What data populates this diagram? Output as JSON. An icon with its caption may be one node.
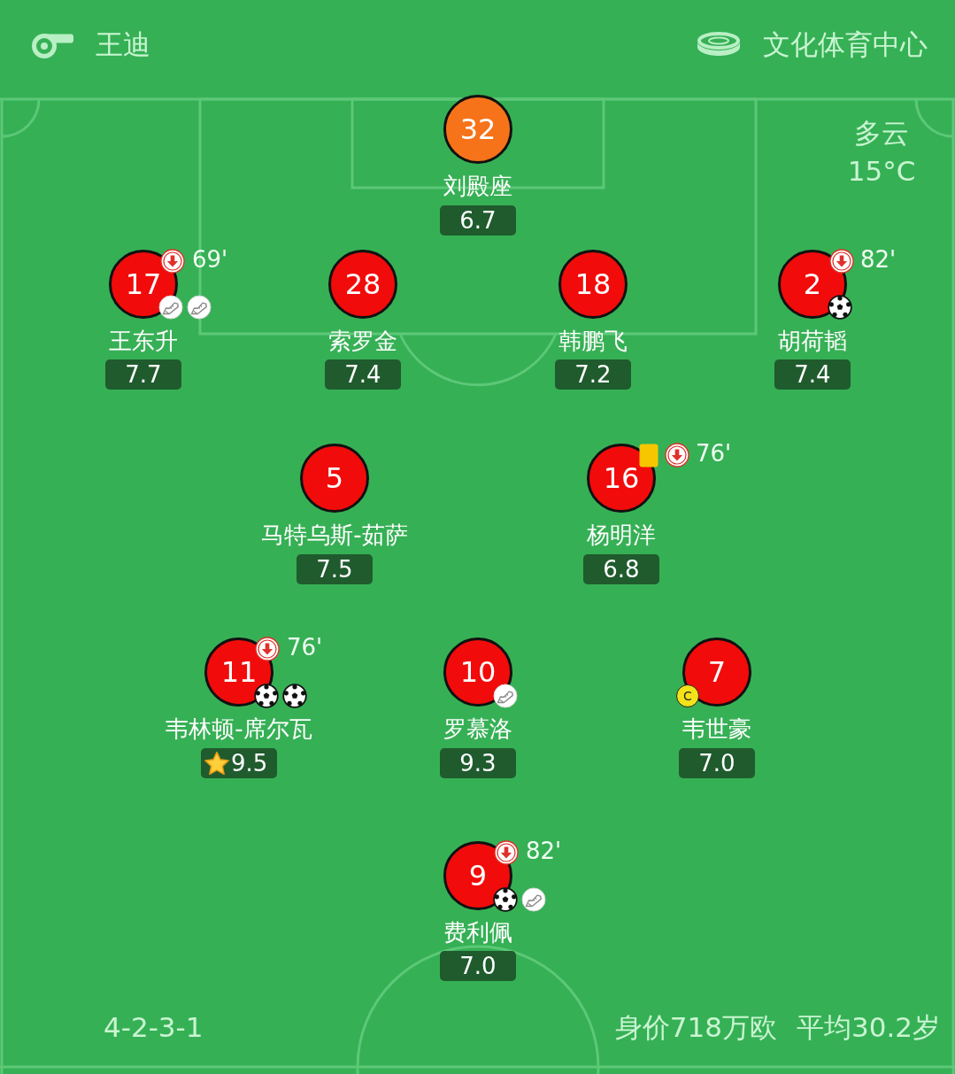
{
  "diagram": {
    "nodes": [
      {
        "text": [
          "32"
        ],
        "beside": [
          "刘殿座"
        ]
      },
      {
        "text": [
          "6.7"
        ]
      },
      {
        "text": [
          "17"
        ],
        "beside": [
          "69'",
          "王东升"
        ]
      },
      {
        "text": [
          "7.7"
        ]
      },
      {
        "text": [
          "28"
        ],
        "beside": [
          "索罗金"
        ]
      },
      {
        "text": [
          "7.4"
        ]
      },
      {
        "text": [
          "18"
        ],
        "beside": [
          "韩鹏飞"
        ]
      },
      {
        "text": [
          "7.2"
        ]
      },
      {
        "text": [
          "2"
        ],
        "beside": [
          "82'",
          "胡荷韬"
        ]
      },
      {
        "text": [
          "7.4"
        ]
      },
      {
        "text": [
          "5"
        ],
        "beside": [
          "马特乌斯-茹萨"
        ]
      },
      {
        "text": [
          "7.5"
        ]
      },
      {
        "text": [
          "16"
        ],
        "beside": [
          "76'",
          "杨明洋"
        ]
      },
      {
        "text": [
          "6.8"
        ]
      },
      {
        "text": [
          "11"
        ],
        "beside": [
          "76'",
          "韦林顿-席尔瓦"
        ]
      },
      {
        "text": [
          "9.5"
        ]
      },
      {
        "text": [
          "10"
        ],
        "beside": [
          "罗慕洛"
        ]
      },
      {
        "text": [
          "9.3"
        ]
      },
      {
        "text": [
          "7"
        ],
        "beside": [
          "韦世豪"
        ]
      },
      {
        "text": [
          "C"
        ]
      },
      {
        "text": [
          "7.0"
        ]
      },
      {
        "text": [
          "9"
        ],
        "beside": [
          "82'",
          "费利佩"
        ]
      },
      {
        "text": [
          "7.0"
        ]
      }
    ],
    "labels": [
      "王迪",
      "文化体育中心",
      "多云",
      "15°C",
      "4-2-3-1",
      "身价718万欧",
      "平均30.2岁"
    ]
  }
}
